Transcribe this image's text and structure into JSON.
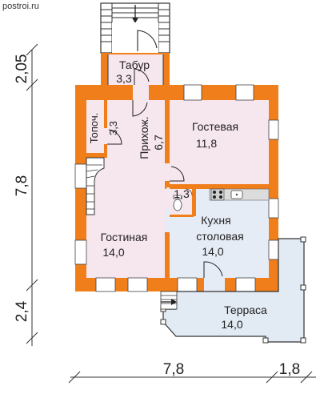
{
  "watermark": "postroi.ru",
  "colors": {
    "wall": "#f07e1a",
    "room": "#f6e6ee",
    "kitchen": "#e6ecf6",
    "terrace": "#e2eaf3",
    "tile": "#dcdcdc"
  },
  "rooms": {
    "tambur": {
      "name": "Табур",
      "area": "3,3"
    },
    "topoch": {
      "name": "Топоч.",
      "area": "3,3"
    },
    "prikhozh": {
      "name": "Прихож.",
      "area": "6,7"
    },
    "gostevaya": {
      "name": "Гостевая",
      "area": "11,8"
    },
    "wc": {
      "area": "1,3"
    },
    "gostinaya": {
      "name": "Гостиная",
      "area": "14,0"
    },
    "kukhnya": {
      "name_line1": "Кухня",
      "name_line2": "столовая",
      "area": "14,0"
    },
    "terrasa": {
      "name": "Терраса",
      "area": "14,0"
    }
  },
  "dimensions": {
    "left": [
      "2,05",
      "7,8",
      "2,4"
    ],
    "bottom": [
      "7,8",
      "1,8"
    ]
  },
  "icons": {
    "stove": "stove-icon",
    "sink": "sink-icon",
    "toilet": "toilet-icon",
    "stairs": "stairs-icon"
  }
}
